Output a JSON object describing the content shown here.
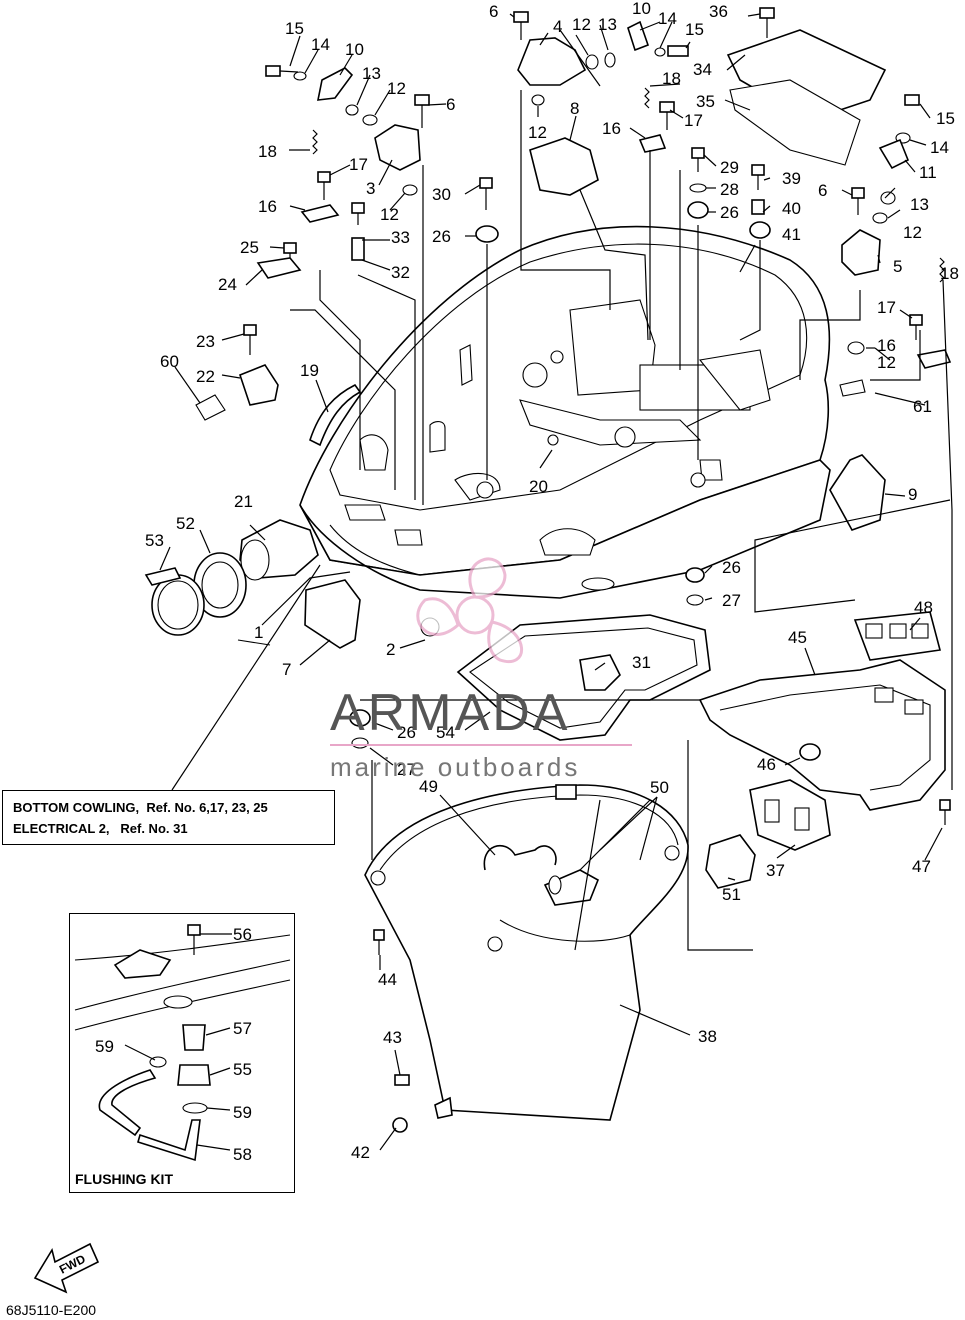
{
  "callouts": [
    {
      "id": "c1",
      "text": "1"
    },
    {
      "id": "c2",
      "text": "2"
    },
    {
      "id": "c3",
      "text": "3"
    },
    {
      "id": "c4",
      "text": "4"
    },
    {
      "id": "c5",
      "text": "5"
    },
    {
      "id": "c6a",
      "text": "6"
    },
    {
      "id": "c6b",
      "text": "6"
    },
    {
      "id": "c6c",
      "text": "6"
    },
    {
      "id": "c7",
      "text": "7"
    },
    {
      "id": "c8",
      "text": "8"
    },
    {
      "id": "c9",
      "text": "9"
    },
    {
      "id": "c10a",
      "text": "10"
    },
    {
      "id": "c10b",
      "text": "10"
    },
    {
      "id": "c11",
      "text": "11"
    },
    {
      "id": "c12a",
      "text": "12"
    },
    {
      "id": "c12b",
      "text": "12"
    },
    {
      "id": "c12c",
      "text": "12"
    },
    {
      "id": "c12d",
      "text": "12"
    },
    {
      "id": "c12e",
      "text": "12"
    },
    {
      "id": "c12f",
      "text": "12"
    },
    {
      "id": "c13a",
      "text": "13"
    },
    {
      "id": "c13b",
      "text": "13"
    },
    {
      "id": "c13c",
      "text": "13"
    },
    {
      "id": "c14a",
      "text": "14"
    },
    {
      "id": "c14b",
      "text": "14"
    },
    {
      "id": "c14c",
      "text": "14"
    },
    {
      "id": "c15a",
      "text": "15"
    },
    {
      "id": "c15b",
      "text": "15"
    },
    {
      "id": "c15c",
      "text": "15"
    },
    {
      "id": "c16a",
      "text": "16"
    },
    {
      "id": "c16b",
      "text": "16"
    },
    {
      "id": "c16c",
      "text": "16"
    },
    {
      "id": "c17a",
      "text": "17"
    },
    {
      "id": "c17b",
      "text": "17"
    },
    {
      "id": "c17c",
      "text": "17"
    },
    {
      "id": "c18a",
      "text": "18"
    },
    {
      "id": "c18b",
      "text": "18"
    },
    {
      "id": "c18c",
      "text": "18"
    },
    {
      "id": "c19",
      "text": "19"
    },
    {
      "id": "c20",
      "text": "20"
    },
    {
      "id": "c21",
      "text": "21"
    },
    {
      "id": "c22",
      "text": "22"
    },
    {
      "id": "c23",
      "text": "23"
    },
    {
      "id": "c24",
      "text": "24"
    },
    {
      "id": "c25",
      "text": "25"
    },
    {
      "id": "c26a",
      "text": "26"
    },
    {
      "id": "c26b",
      "text": "26"
    },
    {
      "id": "c26c",
      "text": "26"
    },
    {
      "id": "c26d",
      "text": "26"
    },
    {
      "id": "c27a",
      "text": "27"
    },
    {
      "id": "c27b",
      "text": "27"
    },
    {
      "id": "c28",
      "text": "28"
    },
    {
      "id": "c29",
      "text": "29"
    },
    {
      "id": "c30",
      "text": "30"
    },
    {
      "id": "c31",
      "text": "31"
    },
    {
      "id": "c32",
      "text": "32"
    },
    {
      "id": "c33",
      "text": "33"
    },
    {
      "id": "c34",
      "text": "34"
    },
    {
      "id": "c35",
      "text": "35"
    },
    {
      "id": "c36",
      "text": "36"
    },
    {
      "id": "c37",
      "text": "37"
    },
    {
      "id": "c38",
      "text": "38"
    },
    {
      "id": "c39",
      "text": "39"
    },
    {
      "id": "c40",
      "text": "40"
    },
    {
      "id": "c41",
      "text": "41"
    },
    {
      "id": "c42",
      "text": "42"
    },
    {
      "id": "c43",
      "text": "43"
    },
    {
      "id": "c44",
      "text": "44"
    },
    {
      "id": "c45",
      "text": "45"
    },
    {
      "id": "c46",
      "text": "46"
    },
    {
      "id": "c47",
      "text": "47"
    },
    {
      "id": "c48",
      "text": "48"
    },
    {
      "id": "c49",
      "text": "49"
    },
    {
      "id": "c50",
      "text": "50"
    },
    {
      "id": "c51",
      "text": "51"
    },
    {
      "id": "c52",
      "text": "52"
    },
    {
      "id": "c53",
      "text": "53"
    },
    {
      "id": "c54",
      "text": "54"
    },
    {
      "id": "c55",
      "text": "55"
    },
    {
      "id": "c56",
      "text": "56"
    },
    {
      "id": "c57",
      "text": "57"
    },
    {
      "id": "c58",
      "text": "58"
    },
    {
      "id": "c59a",
      "text": "59"
    },
    {
      "id": "c59b",
      "text": "59"
    },
    {
      "id": "c60",
      "text": "60"
    },
    {
      "id": "c61",
      "text": "61"
    }
  ],
  "note": {
    "line1": "BOTTOM COWLING,  Ref. No. 6,17, 23, 25",
    "line2": "ELECTRICAL 2,   Ref. No. 31"
  },
  "inset": {
    "title": "FLUSHING KIT"
  },
  "direction_marker": {
    "label": "FWD"
  },
  "figure_code": "68J5110-E200",
  "watermark": {
    "brand": "ARMADA",
    "tagline": "marine outboards",
    "accent_color": "#e8a6c8"
  }
}
